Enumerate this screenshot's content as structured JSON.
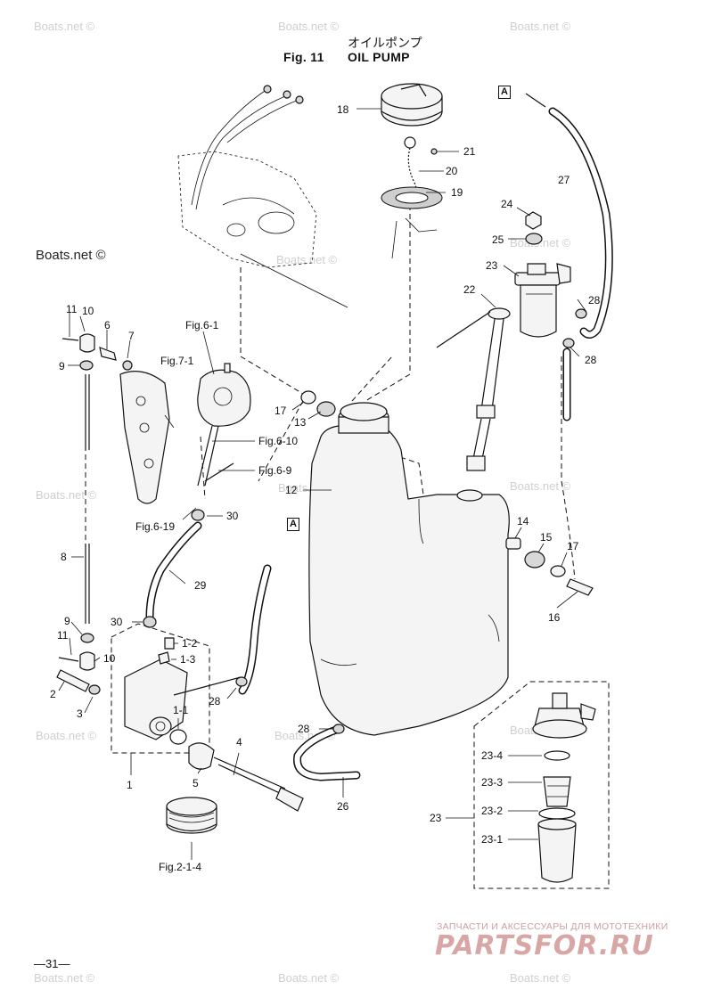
{
  "header": {
    "japanese_title": "オイルポンプ",
    "fig_number": "Fig. 11",
    "title": "OIL PUMP"
  },
  "watermarks": {
    "text": "Boats.net ©",
    "shop_tagline": "ЗАПЧАСТИ И АКСЕССУАРЫ ДЛЯ МОТОТЕХНИКИ",
    "shop_logo": "PARTSFOR.RU"
  },
  "page_number": "—31—",
  "reference_labels": {
    "fig_6_1": "Fig.6-1",
    "fig_7_1": "Fig.7-1",
    "fig_6_10": "Fig.6-10",
    "fig_6_9": "Fig.6-9",
    "fig_6_19": "Fig.6-19",
    "fig_2_1_4": "Fig.2-1-4",
    "marker_a": "A"
  },
  "callouts": {
    "c1": "1",
    "c1_1": "1-1",
    "c1_2": "1-2",
    "c1_3": "1-3",
    "c2": "2",
    "c3": "3",
    "c4": "4",
    "c5": "5",
    "c6": "6",
    "c7": "7",
    "c8": "8",
    "c9": "9",
    "c10": "10",
    "c11": "11",
    "c12": "12",
    "c13": "13",
    "c14": "14",
    "c15": "15",
    "c16": "16",
    "c17": "17",
    "c18": "18",
    "c19": "19",
    "c20": "20",
    "c21": "21",
    "c22": "22",
    "c23": "23",
    "c23_1": "23-1",
    "c23_2": "23-2",
    "c23_3": "23-3",
    "c23_4": "23-4",
    "c24": "24",
    "c25": "25",
    "c26": "26",
    "c27": "27",
    "c28": "28",
    "c29": "29",
    "c30": "30"
  }
}
